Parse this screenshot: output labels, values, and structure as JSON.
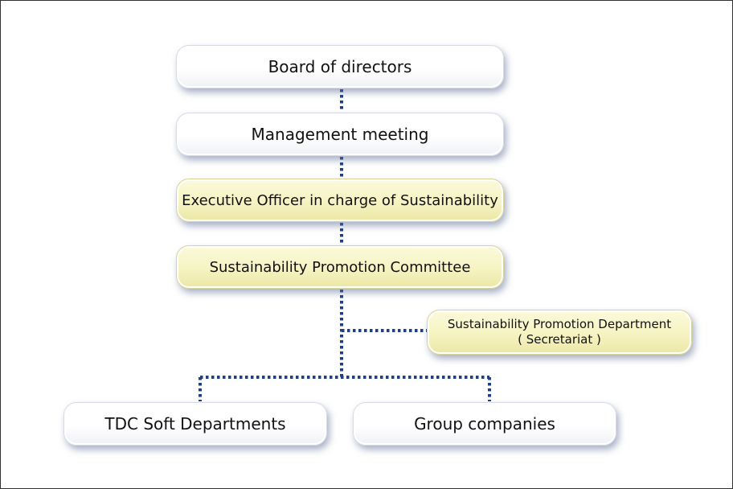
{
  "diagram": {
    "nodes": {
      "board": "Board of directors",
      "management": "Management meeting",
      "executive": "Executive Officer in charge of Sustainability",
      "committee": "Sustainability Promotion Committee",
      "department_line1": "Sustainability Promotion Department",
      "department_line2": "( Secretariat )",
      "tdc_soft": "TDC Soft Departments",
      "group": "Group companies"
    },
    "colors": {
      "connector": "#1f3f8a",
      "white_node": "#ffffff",
      "yellow_node": "#f6f3c2",
      "frame": "#333333"
    }
  }
}
